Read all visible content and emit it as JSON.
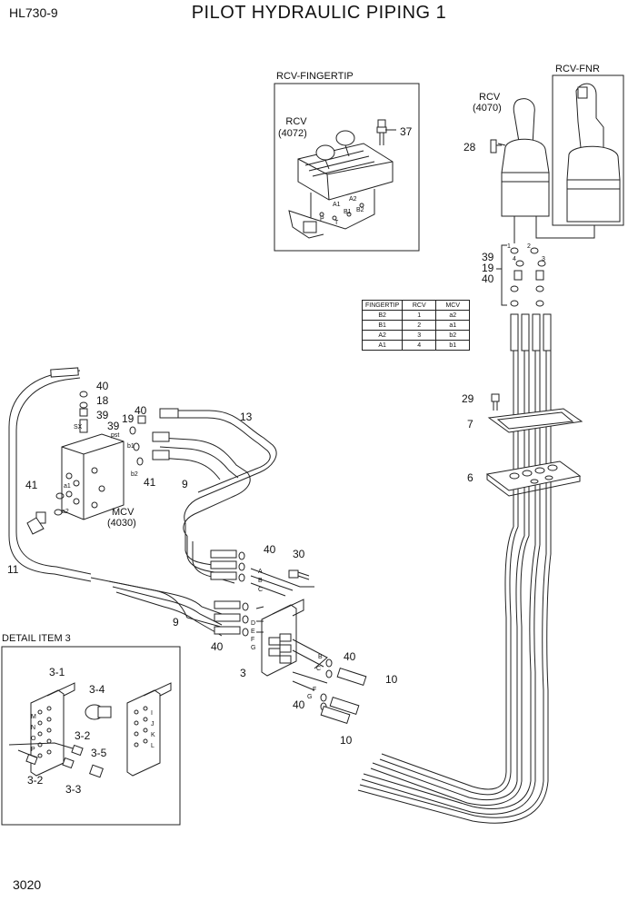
{
  "header": {
    "model": "HL730-9",
    "title": "PILOT HYDRAULIC PIPING 1"
  },
  "footer": {
    "page": "3020"
  },
  "insets": {
    "rcv_fingertip": "RCV-FINGERTIP",
    "rcv_fnr": "RCV-FNR",
    "detail": "DETAIL ITEM 3"
  },
  "components": {
    "rcv_4072": [
      "RCV",
      "(4072)"
    ],
    "rcv_4070": [
      "RCV",
      "(4070)"
    ],
    "mcv_4030": [
      "MCV",
      "(4030)"
    ]
  },
  "mapping_table": {
    "headers": [
      "FINGERTIP",
      "RCV",
      "MCV"
    ],
    "rows": [
      [
        "B2",
        "1",
        "a2"
      ],
      [
        "B1",
        "2",
        "a1"
      ],
      [
        "A2",
        "3",
        "b2"
      ],
      [
        "A1",
        "4",
        "b1"
      ]
    ]
  },
  "port_labels": {
    "fingertip": [
      "A1",
      "A2",
      "B1",
      "B2",
      "P",
      "T"
    ],
    "rcv_ports": [
      "1",
      "2",
      "3",
      "4"
    ],
    "mcv": [
      "SX",
      "pst",
      "b1",
      "b2",
      "a1",
      "a2"
    ],
    "block_upper": [
      "A",
      "B",
      "C"
    ],
    "block_side": [
      "D",
      "E",
      "F",
      "G"
    ],
    "block_lower": [
      "B",
      "C",
      "F",
      "G"
    ],
    "detail": [
      "M",
      "N",
      "O",
      "P",
      "I",
      "J",
      "K",
      "L"
    ]
  },
  "callouts": {
    "c37": "37",
    "c28": "28",
    "c39": "39",
    "c19": "19",
    "c40": "40",
    "c29": "29",
    "c7": "7",
    "c6": "6",
    "c40a": "40",
    "c18": "18",
    "c39a": "39",
    "c40b": "40",
    "c19b": "19",
    "c39b": "39",
    "c13": "13",
    "c41a": "41",
    "c9a": "9",
    "c41b": "41",
    "c11": "11",
    "c40c": "40",
    "c30": "30",
    "c9b": "9",
    "c40d": "40",
    "c3": "3",
    "c40e": "40",
    "c10a": "10",
    "c40f": "40",
    "c10b": "10",
    "d31": "3-1",
    "d34": "3-4",
    "d32a": "3-2",
    "d35": "3-5",
    "d32b": "3-2",
    "d33": "3-3"
  }
}
